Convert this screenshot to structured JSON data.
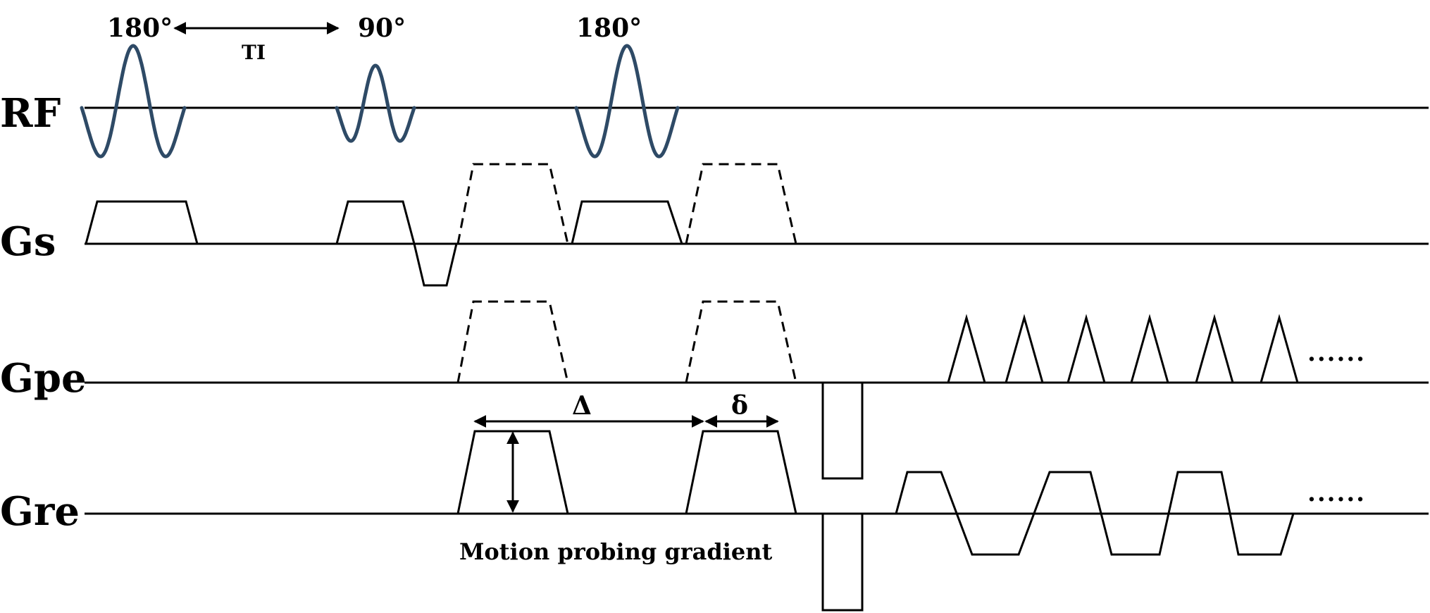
{
  "rows": {
    "rf": "RF",
    "gs": "Gs",
    "gpe": "Gpe",
    "gre": "Gre"
  },
  "rf_pulses": {
    "inversion": "180°",
    "excitation": "90°",
    "refocus": "180°"
  },
  "timing": {
    "ti": "TI",
    "big_delta": "Δ",
    "small_delta": "δ"
  },
  "caption": "Motion probing gradient",
  "continuation": "......",
  "colors": {
    "rf_wave": "#2e4a66",
    "lines": "#000000"
  }
}
